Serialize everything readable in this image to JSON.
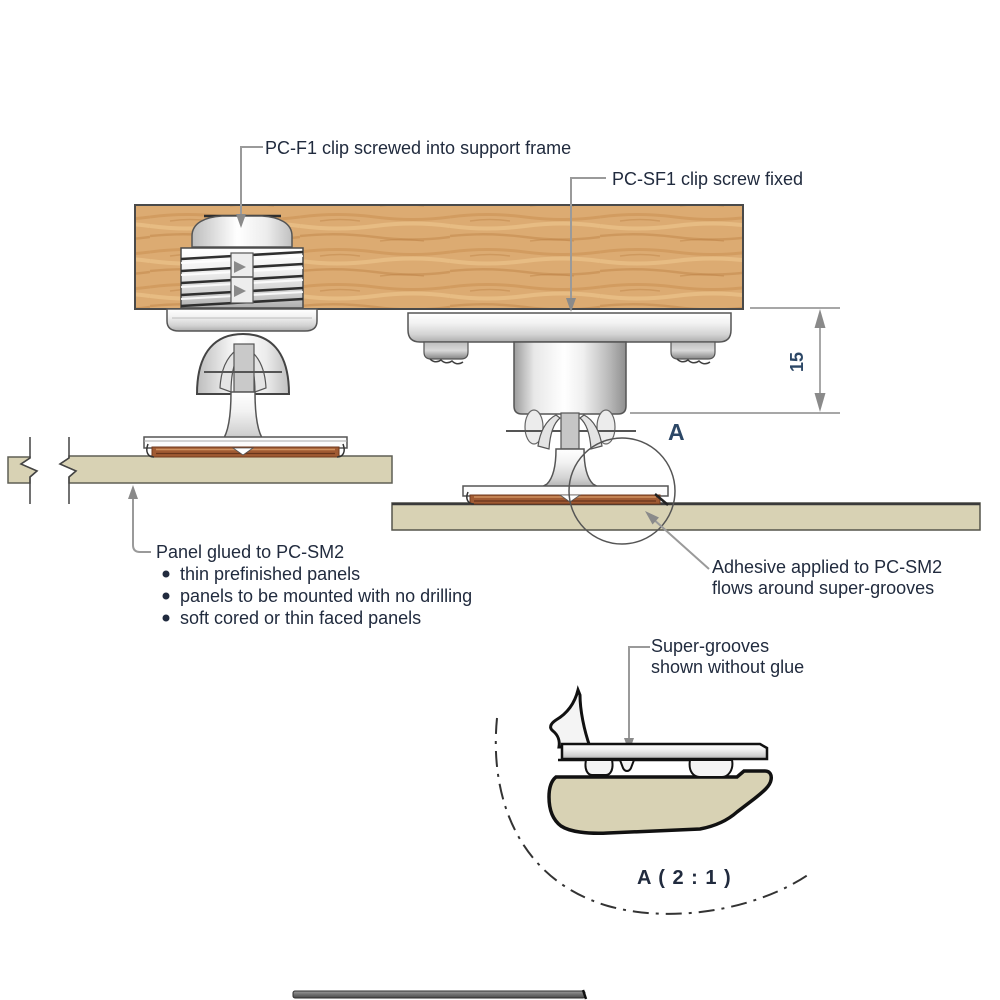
{
  "diagram": {
    "labels": {
      "pcf1": "PC-F1 clip screwed into support frame",
      "pcsf1": "PC-SF1 clip screw fixed",
      "panel_glued_heading": "Panel glued to PC-SM2",
      "panel_bullets": [
        "thin prefinished panels",
        "panels to be mounted with no drilling",
        "soft cored or thin faced panels"
      ],
      "adhesive_line1": "Adhesive applied to PC-SM2",
      "adhesive_line2": "flows around super-grooves",
      "supergrooves_line1": "Super-grooves",
      "supergrooves_line2": "shown without glue",
      "dim_value": "15",
      "detail_marker": "A",
      "detail_title": "A ( 2 : 1 )"
    },
    "colors": {
      "text": "#212b3e",
      "accent_text": "#2c4766",
      "wood": "#dcab72",
      "panel": "#d8d2b4",
      "copper": "#a05a32",
      "metal_light": "#f5f5f5",
      "leader": "#9a9a9a",
      "outline": "#4a4a4a"
    }
  }
}
